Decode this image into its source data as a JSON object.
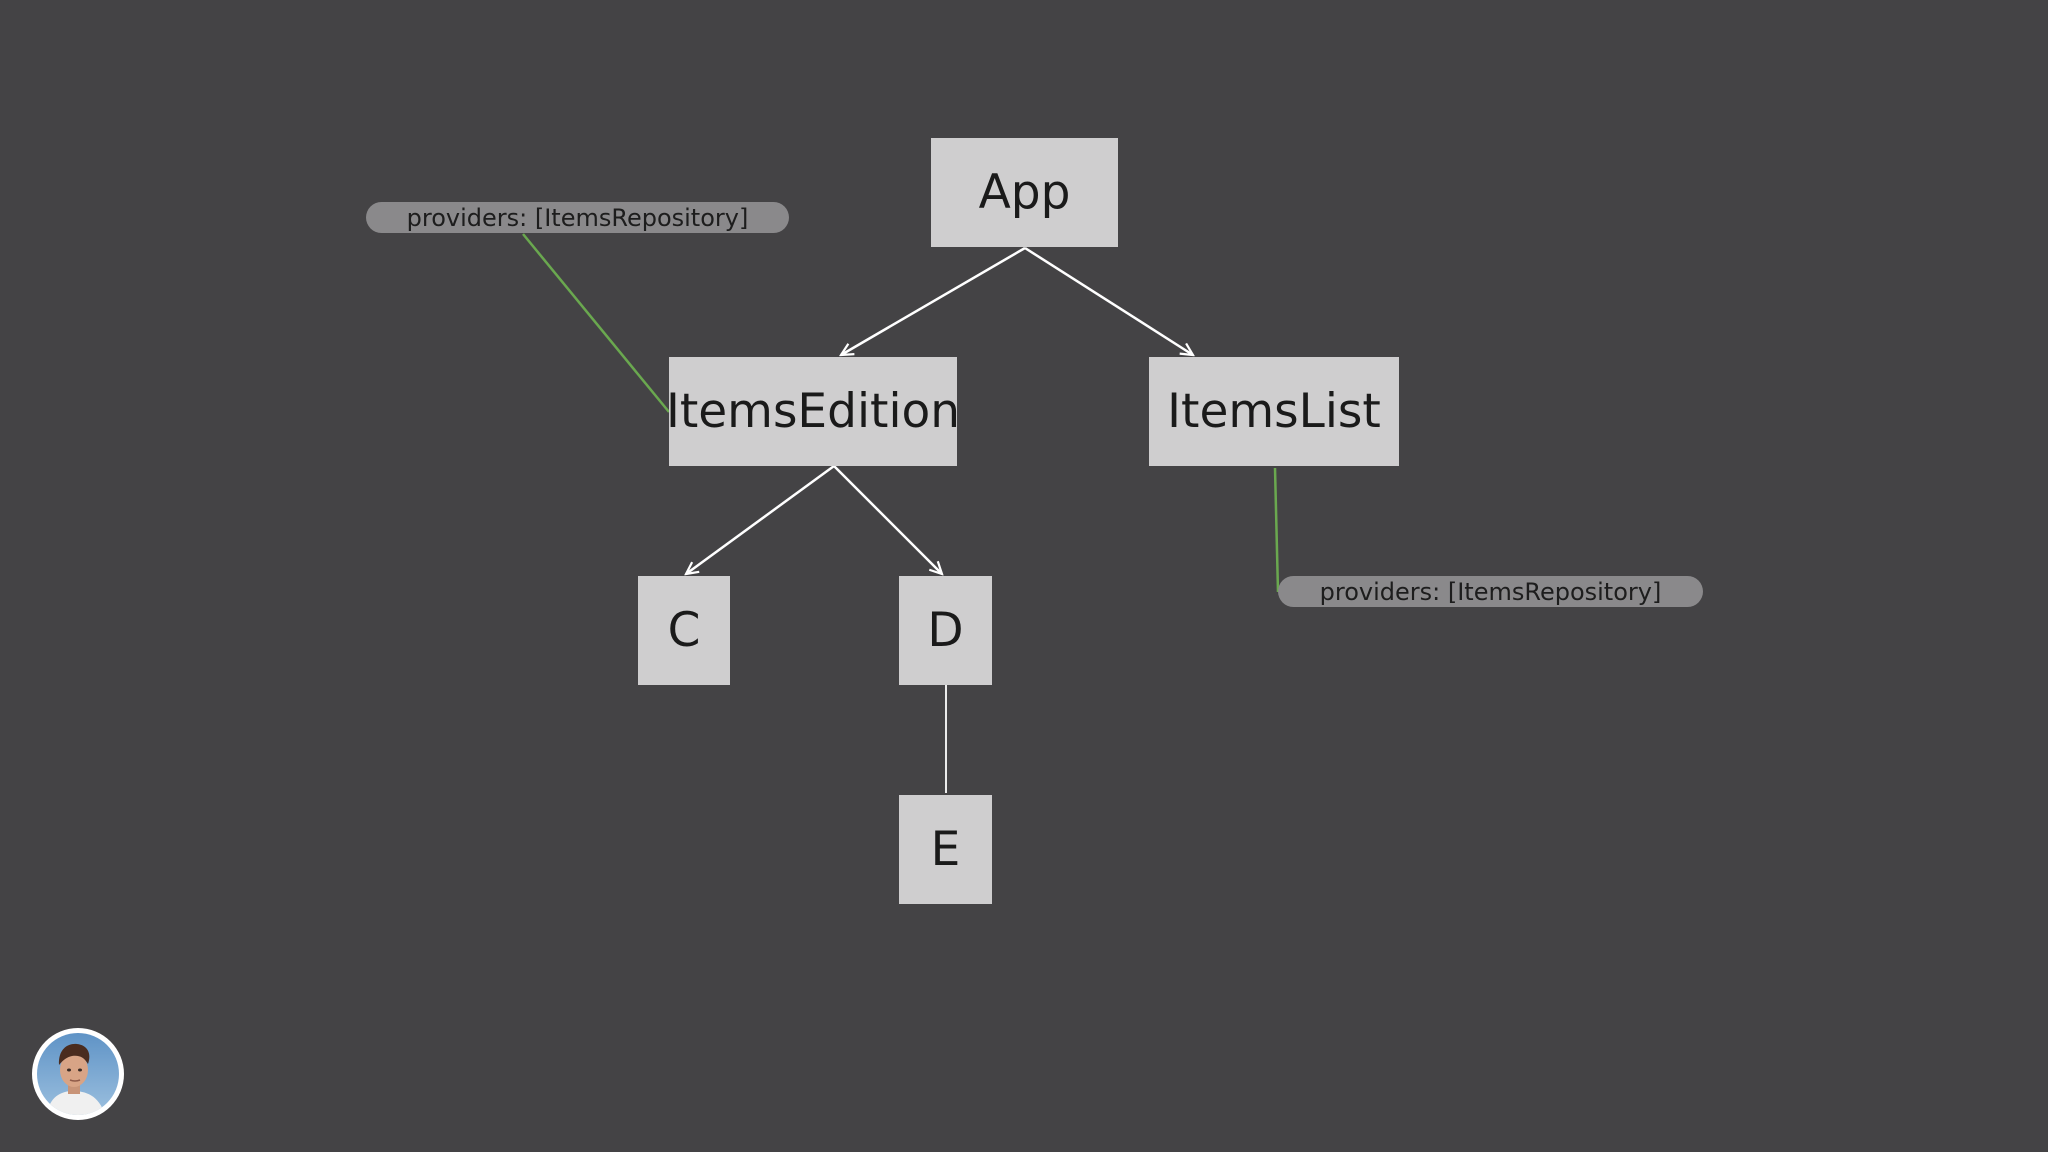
{
  "diagram": {
    "nodes": {
      "app": "App",
      "items_edition": "ItemsEdition",
      "items_list": "ItemsList",
      "c": "C",
      "d": "D",
      "e": "E"
    },
    "annotations": {
      "items_edition_providers": "providers: [ItemsRepository]",
      "items_list_providers": "providers: [ItemsRepository]"
    },
    "edges": [
      {
        "from": "App",
        "to": "ItemsEdition"
      },
      {
        "from": "App",
        "to": "ItemsList"
      },
      {
        "from": "ItemsEdition",
        "to": "C"
      },
      {
        "from": "ItemsEdition",
        "to": "D"
      },
      {
        "from": "D",
        "to": "E"
      }
    ],
    "colors": {
      "background": "#444345",
      "node": "#cfcecf",
      "badge": "#8a898b",
      "edge": "#ffffff",
      "annotation_link": "#6aa84f"
    }
  },
  "presenter": {
    "avatar_icon": "presenter-avatar-icon"
  }
}
